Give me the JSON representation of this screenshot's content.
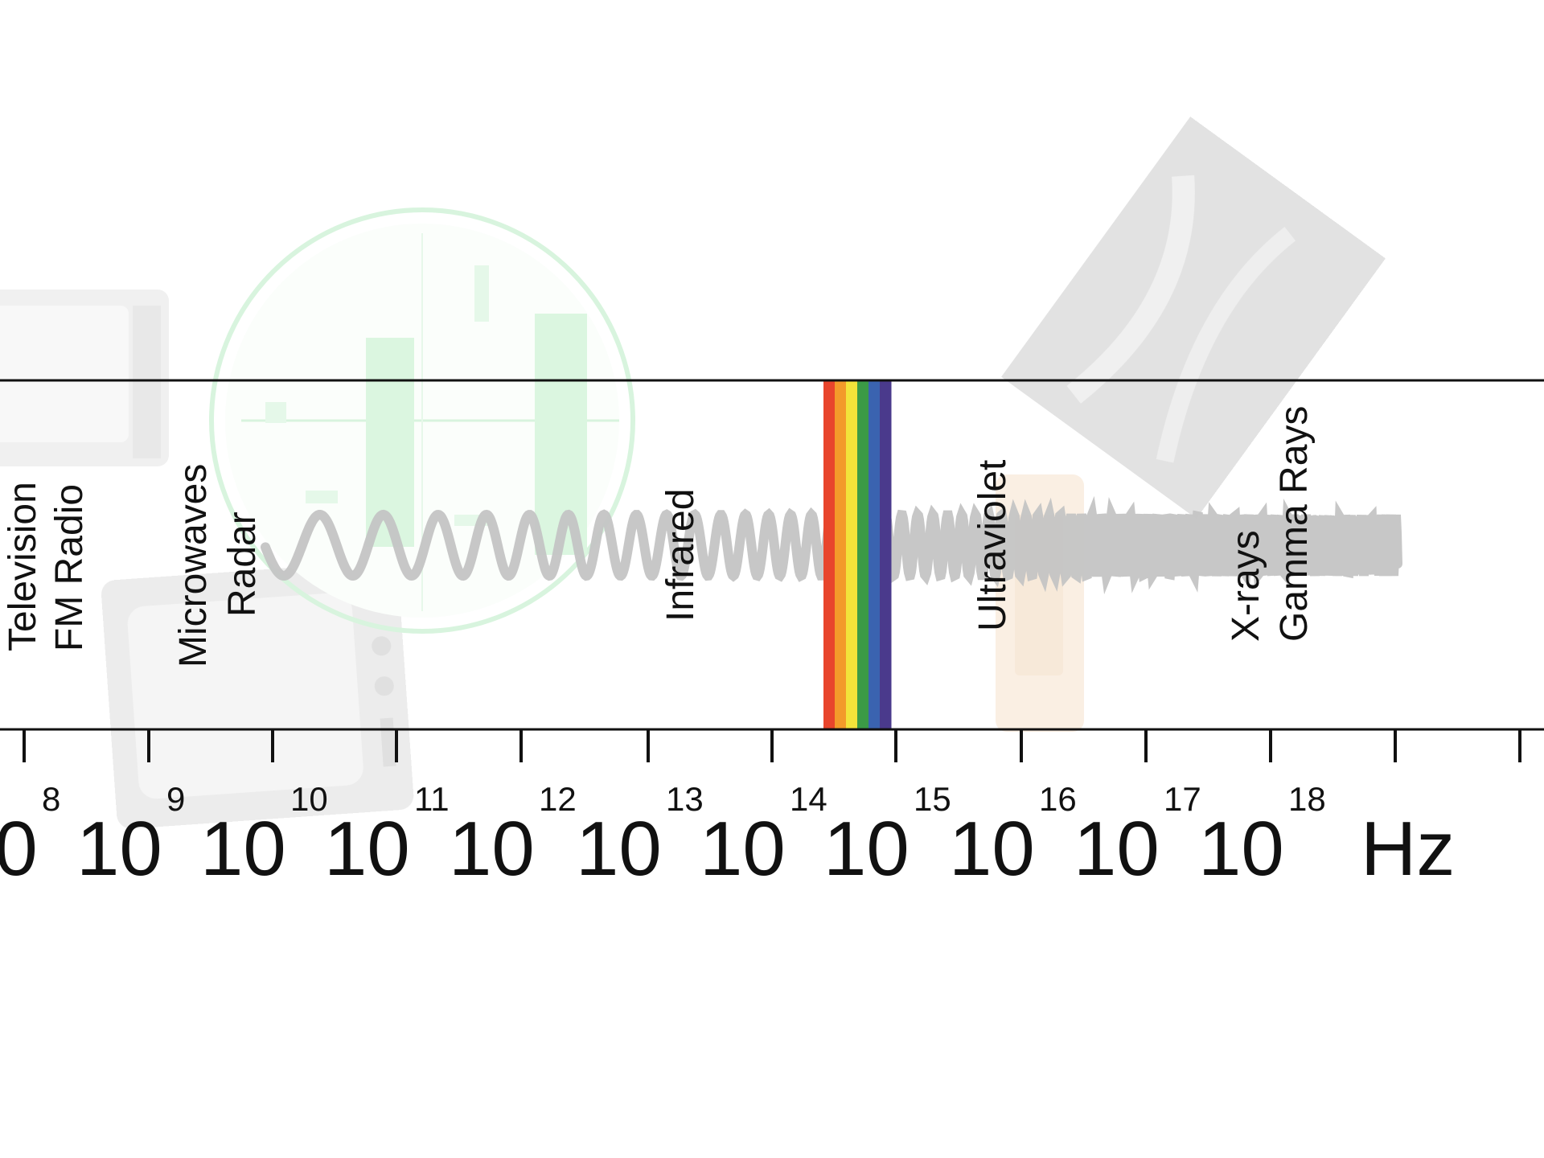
{
  "title": "",
  "band_labels": [
    {
      "id": "television",
      "text": "Television"
    },
    {
      "id": "fm-radio",
      "text": "FM Radio"
    },
    {
      "id": "microwaves",
      "text": "Microwaves"
    },
    {
      "id": "radar",
      "text": "Radar"
    },
    {
      "id": "infrared",
      "text": "Infrared"
    },
    {
      "id": "ultraviolet",
      "text": "Ultraviolet"
    },
    {
      "id": "x-rays",
      "text": "X-rays"
    },
    {
      "id": "gamma-rays",
      "text": "Gamma Rays"
    }
  ],
  "frequency_axis": {
    "base": "10",
    "exponents": [
      "8",
      "9",
      "10",
      "11",
      "12",
      "13",
      "14",
      "15",
      "16",
      "17",
      "18"
    ],
    "unit": "Hz",
    "scale": "log"
  },
  "visible_spectrum_colors": [
    "#e8452c",
    "#f39a2a",
    "#f2e33a",
    "#3b9a46",
    "#3a63b0",
    "#4a3a8c"
  ],
  "icons": [
    "television-icon",
    "radar-screen-icon",
    "xray-film-icon",
    "sunscreen-bottle-icon",
    "wave-icon"
  ],
  "colors": {
    "line": "#111111",
    "wave": "#c4c4c4",
    "radar": "#8fe0a0",
    "tv": "#cfcfcf"
  }
}
